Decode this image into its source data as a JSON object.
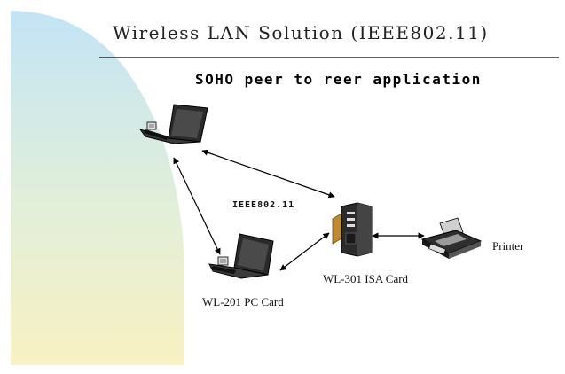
{
  "title": "Wireless LAN Solution (IEEE802.11)",
  "subtitle": "SOHO peer to reer application",
  "protocol_label": "IEEE802.11",
  "nodes": {
    "top_laptop": {
      "icon": "laptop-icon"
    },
    "pc_card": {
      "icon": "laptop-icon",
      "label": "WL-201 PC Card"
    },
    "isa_card": {
      "icon": "desktop-tower-icon",
      "label": "WL-301 ISA Card"
    },
    "printer": {
      "icon": "printer-icon",
      "label": "Printer"
    }
  },
  "colors": {
    "gradient_top": "#bfe3f5",
    "gradient_bottom": "#f6f0c0",
    "device_dark": "#1c1c1c",
    "line": "#000000"
  }
}
